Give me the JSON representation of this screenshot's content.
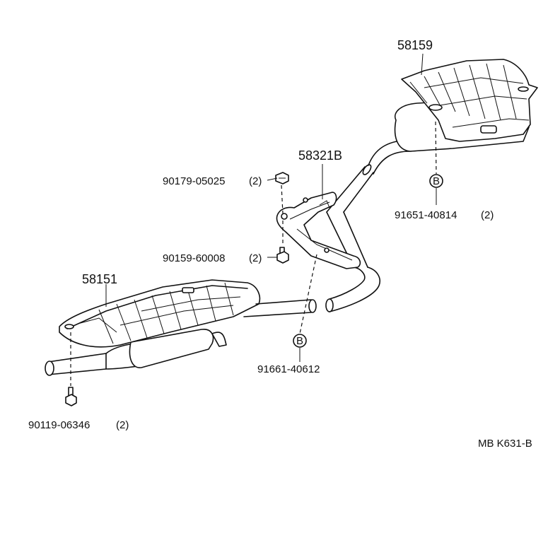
{
  "parts": {
    "heat_insulator_rear": "58159",
    "bracket": "58321B",
    "heat_insulator_front": "58151",
    "bolt_upper": "90179-05025",
    "bolt_upper_qty": "(2)",
    "bolt_middle": "90159-60008",
    "bolt_middle_qty": "(2)",
    "bolt_lower": "90119-06346",
    "bolt_lower_qty": "(2)",
    "hanger_rear": "91651-40814",
    "hanger_rear_qty": "(2)",
    "hanger_middle": "91661-40612"
  },
  "callout_marker": "B",
  "diagram_code": "MB K631-B"
}
